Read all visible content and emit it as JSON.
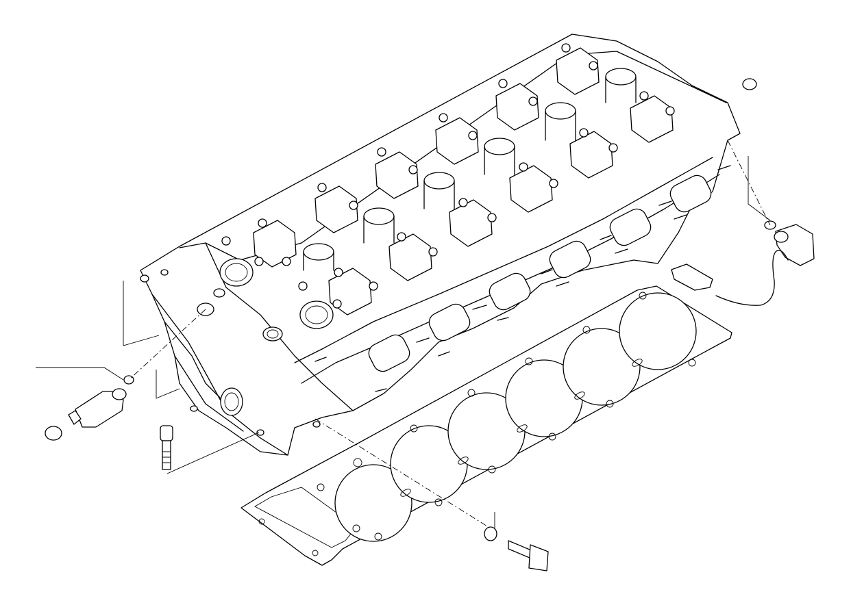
{
  "diagram": {
    "kind": "exploded-parts-illustration",
    "colors": {
      "line": "#000000",
      "background": "#ffffff"
    },
    "parts": [
      {
        "name": "cylinder-head"
      },
      {
        "name": "cylinder-head-gasket"
      },
      {
        "name": "camshaft-sensor"
      },
      {
        "name": "oil-pressure-switch"
      },
      {
        "name": "coolant-temperature-sensor"
      },
      {
        "name": "head-bolt"
      },
      {
        "name": "hex-bolt"
      },
      {
        "name": "sealing-rings"
      }
    ],
    "labels": []
  }
}
